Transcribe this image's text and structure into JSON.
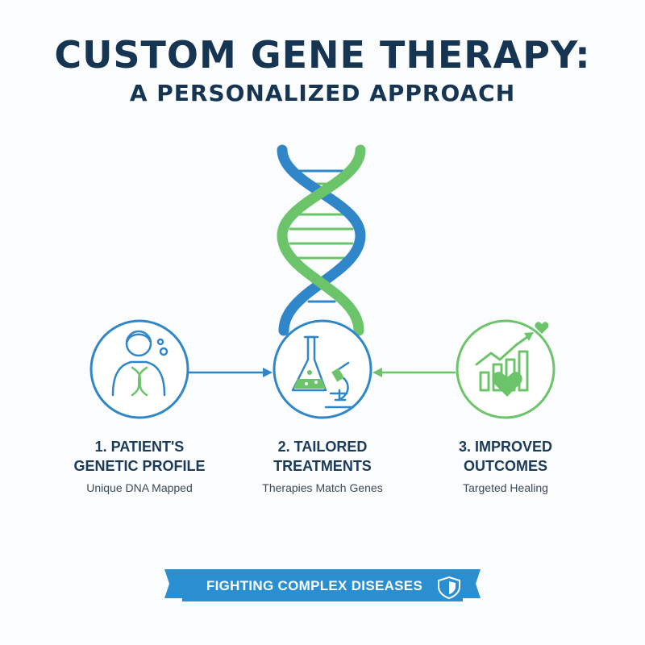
{
  "title": {
    "line1": "CUSTOM GENE THERAPY:",
    "line2": "A PERSONALIZED APPROACH"
  },
  "steps": [
    {
      "title_line1": "1. PATIENT'S",
      "title_line2": "GENETIC PROFILE",
      "subtitle": "Unique DNA Mapped",
      "icon": "person-dna-icon"
    },
    {
      "title_line1": "2. TAILORED",
      "title_line2": "TREATMENTS",
      "subtitle": "Therapies Match Genes",
      "icon": "flask-microscope-icon"
    },
    {
      "title_line1": "3. IMPROVED",
      "title_line2": "OUTCOMES",
      "subtitle": "Targeted Healing",
      "icon": "rising-chart-heart-icon"
    }
  ],
  "banner": {
    "label": "FIGHTING COMPLEX DISEASES",
    "icon": "shield-icon"
  },
  "colors": {
    "navy": "#163552",
    "blue": "#2f86c8",
    "green": "#6cc46a",
    "banner": "#2a8fd0",
    "banner_dark": "#1a5e8e"
  }
}
